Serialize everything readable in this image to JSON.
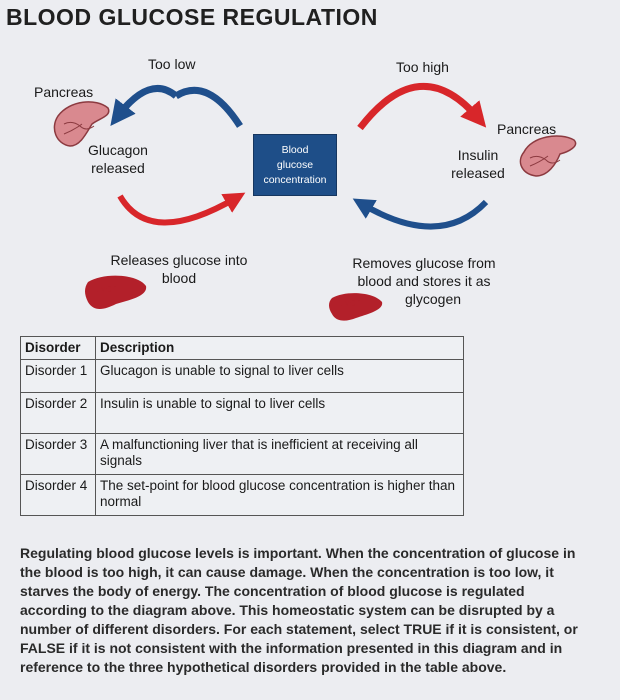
{
  "title": "BLOOD GLUCOSE REGULATION",
  "diagram": {
    "too_low": "Too low",
    "too_high": "Too high",
    "pancreas_left": "Pancreas",
    "pancreas_right": "Pancreas",
    "glucagon": [
      "Glucagon",
      "released"
    ],
    "insulin": [
      "Insulin",
      "released"
    ],
    "center": [
      "Blood",
      "glucose",
      "concentration"
    ],
    "releases_glucose": [
      "Releases glucose into",
      "blood"
    ],
    "removes_glucose": [
      "Removes glucose from",
      "blood and stores it as",
      "glycogen"
    ],
    "liver_left": "Liver",
    "liver_right": "Liver",
    "colors": {
      "red_arrow": "#d8262a",
      "blue_arrow": "#1f4f8c",
      "box": "#1e4e88",
      "organ": "#b3202a"
    }
  },
  "table": {
    "headers": [
      "Disorder",
      "Description"
    ],
    "rows": [
      {
        "disorder": "Disorder 1",
        "description": "Glucagon is unable to signal to liver cells"
      },
      {
        "disorder": "Disorder 2",
        "description": "Insulin is unable to signal to liver cells"
      },
      {
        "disorder": "Disorder 3",
        "description": "A malfunctioning liver that is inefficient at receiving all signals"
      },
      {
        "disorder": "Disorder 4",
        "description": "The set-point for blood glucose concentration is higher than normal"
      }
    ]
  },
  "body_text": "Regulating blood glucose levels is important. When the concentration of glucose in the blood is too high, it can cause damage. When the concentration is too low, it starves the body of energy. The concentration of blood glucose is regulated according to the diagram above. This homeostatic system can be disrupted by a number of different disorders. For each statement, select TRUE if it is consistent, or FALSE if it is not consistent with the information presented in this diagram and in reference to the three hypothetical disorders provided in the table above."
}
